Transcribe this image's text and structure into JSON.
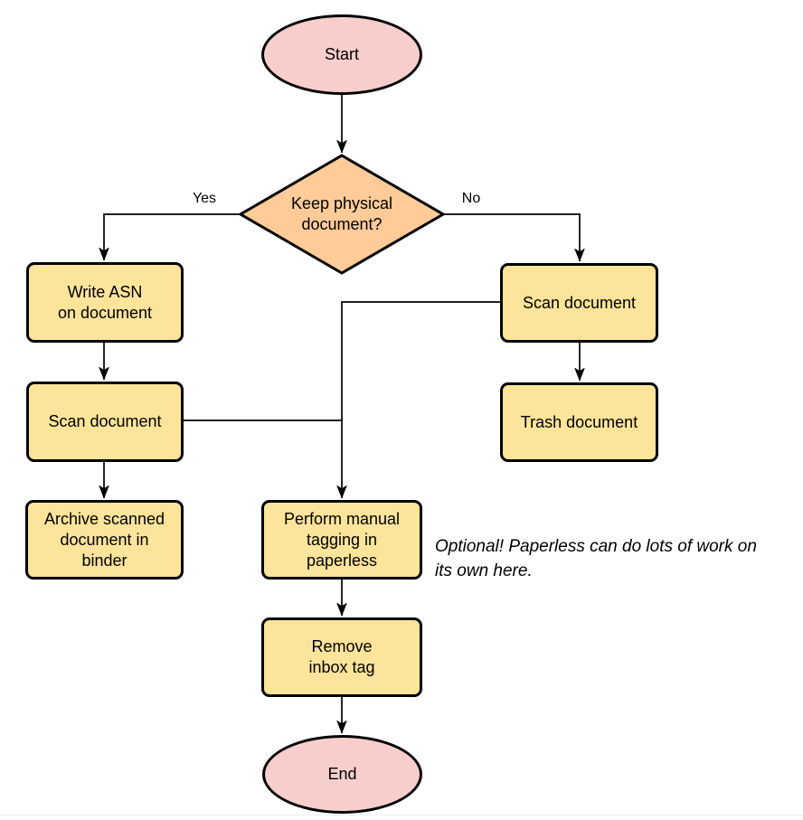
{
  "theme": {
    "node_fill": "#fde49b",
    "decision_fill": "#ffcb99",
    "terminal_fill": "#f8cecc",
    "stroke": "#000000",
    "page_line": "#e9ebee"
  },
  "flowchart": {
    "nodes": {
      "start": {
        "label": "Start"
      },
      "decision": {
        "label": "Keep physical\ndocument?"
      },
      "write_asn": {
        "label": "Write ASN\non document"
      },
      "scan_left": {
        "label": "Scan document"
      },
      "archive": {
        "label": "Archive scanned\ndocument in\nbinder"
      },
      "scan_right": {
        "label": "Scan document"
      },
      "trash": {
        "label": "Trash document"
      },
      "tagging": {
        "label": "Perform manual\ntagging in\npaperless"
      },
      "remove_inbox": {
        "label": "Remove\ninbox tag"
      },
      "end": {
        "label": "End"
      }
    },
    "edge_labels": {
      "yes": "Yes",
      "no": "No"
    },
    "note": "Optional! Paperless can do lots of work on\nits own here."
  }
}
